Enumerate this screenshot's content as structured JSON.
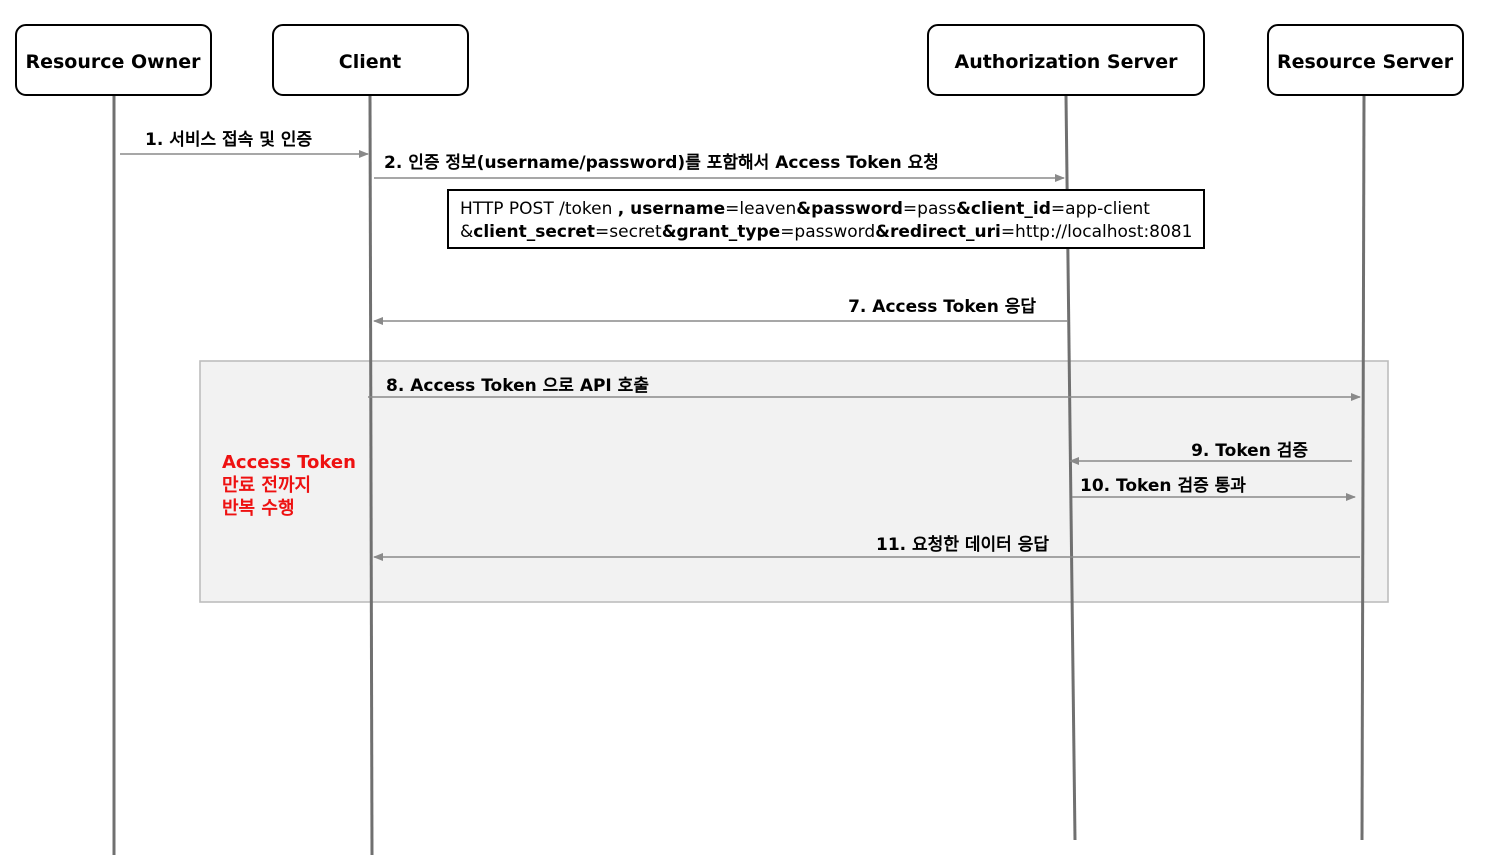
{
  "actors": [
    {
      "id": "resource_owner",
      "label": "Resource Owner"
    },
    {
      "id": "client",
      "label": "Client"
    },
    {
      "id": "auth_server",
      "label": "Authorization Server"
    },
    {
      "id": "resource_server",
      "label": "Resource Server"
    }
  ],
  "messages": [
    {
      "step": "1",
      "label": "1. 서비스 접속 및 인증",
      "from": "resource_owner",
      "to": "client"
    },
    {
      "step": "2",
      "label": "2. 인증 정보(username/password)를 포함해서 Access Token 요청",
      "from": "client",
      "to": "auth_server"
    },
    {
      "step": "7",
      "label": "7. Access Token 응답",
      "from": "auth_server",
      "to": "client"
    },
    {
      "step": "8",
      "label": "8. Access Token 으로 API 호출",
      "from": "client",
      "to": "resource_server"
    },
    {
      "step": "9",
      "label": "9. Token 검증",
      "from": "resource_server",
      "to": "auth_server"
    },
    {
      "step": "10",
      "label": "10. Token 검증 통과",
      "from": "auth_server",
      "to": "resource_server"
    },
    {
      "step": "11",
      "label": "11. 요청한 데이터 응답",
      "from": "resource_server",
      "to": "client"
    }
  ],
  "request_note": {
    "line1": [
      {
        "text": "HTTP POST /token ",
        "bold": false
      },
      {
        "text": ", username",
        "bold": true
      },
      {
        "text": "=leaven",
        "bold": false
      },
      {
        "text": "&password",
        "bold": true
      },
      {
        "text": "=pass",
        "bold": false
      },
      {
        "text": "&client_id",
        "bold": true
      },
      {
        "text": "=app-client",
        "bold": false
      }
    ],
    "line2": [
      {
        "text": "&",
        "bold": false
      },
      {
        "text": "client_secret",
        "bold": true
      },
      {
        "text": "=secret",
        "bold": false
      },
      {
        "text": "&grant_type",
        "bold": true
      },
      {
        "text": "=password",
        "bold": false
      },
      {
        "text": "&redirect_uri",
        "bold": true
      },
      {
        "text": "=http://localhost:8081",
        "bold": false
      }
    ]
  },
  "loop": {
    "label_lines": [
      "Access Token",
      "만료 전까지",
      "반복 수행"
    ],
    "label_color": "#ee1111"
  },
  "colors": {
    "lifeline": "#707070",
    "message_line": "#8a8a8a",
    "loop_fill": "#f2f2f2",
    "loop_stroke": "#bdbdbd"
  }
}
